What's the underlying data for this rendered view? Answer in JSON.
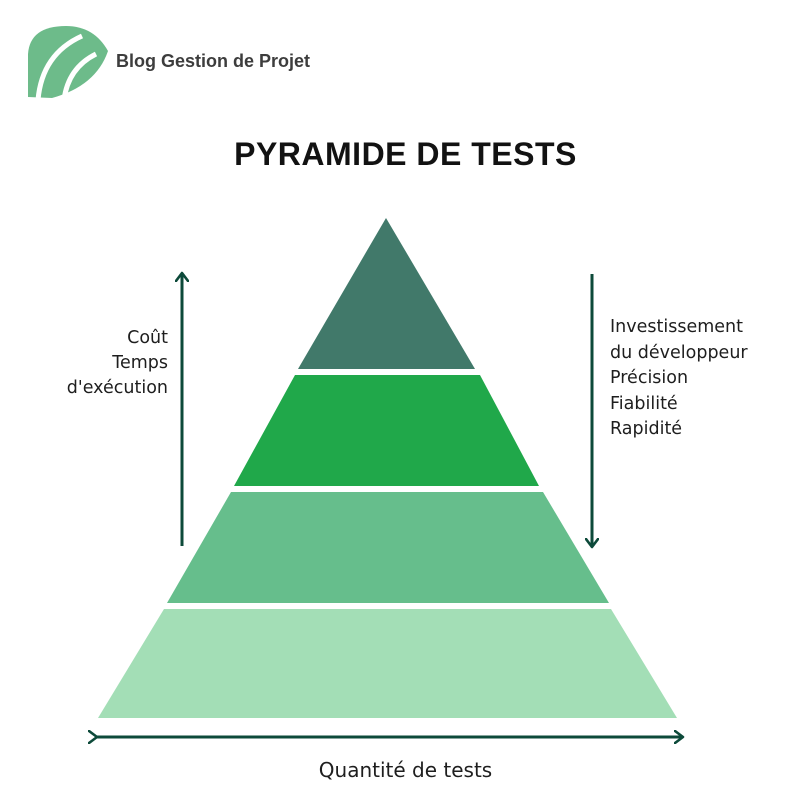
{
  "brand": {
    "name": "Blog Gestion de Projet",
    "logo_color": "#6dbb8a"
  },
  "title": "PYRAMIDE DE TESTS",
  "pyramid": {
    "layers": [
      {
        "color": "#41796a"
      },
      {
        "color": "#20a84a"
      },
      {
        "color": "#66be8c"
      },
      {
        "color": "#a3deb6"
      }
    ]
  },
  "left_axis": {
    "direction": "up",
    "lines": [
      "Coût",
      "Temps",
      "d'exécution"
    ]
  },
  "right_axis": {
    "direction": "down",
    "lines": [
      "Investissement",
      "du développeur",
      "Précision",
      "Fiabilité",
      "Rapidité"
    ]
  },
  "bottom_axis": {
    "label": "Quantité de tests"
  },
  "colors": {
    "arrow": "#0d4a3a",
    "text": "#1e1e1e"
  }
}
